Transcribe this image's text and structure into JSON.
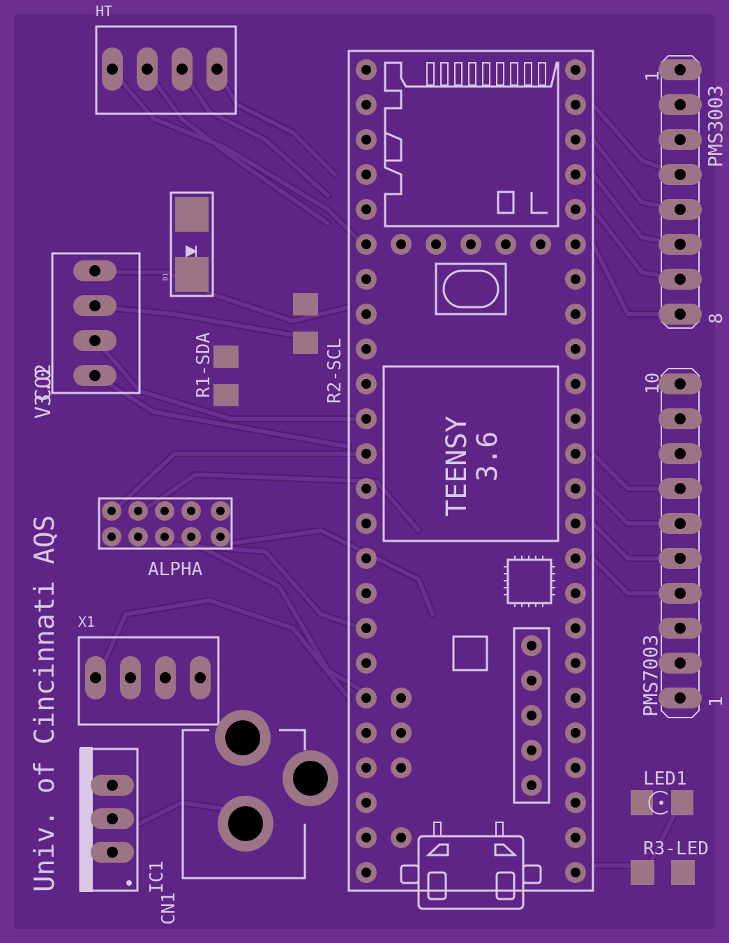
{
  "colors": {
    "board": "#6d2f8f",
    "board_inner": "#5f2586",
    "trace": "#6a2f93",
    "trace_edge": "#52196f",
    "silkscreen": "#d8c8e6",
    "copper": "#9d7386",
    "drill": "#000000"
  },
  "labels": {
    "ht": "HT",
    "pms3003": "PMS3003",
    "pms3003_pin1": "1",
    "pms3003_pin8": "8",
    "pms7003": "PMS7003",
    "pms7003_pin10": "10",
    "pms7003_pin1": "1",
    "r1": "R1-SDA",
    "r2": "R2-SCL",
    "d1": "D1",
    "co2": "CO2",
    "version": "V3.0",
    "teensy": "TEENSY",
    "teensy_ver": "3.6",
    "alpha": "ALPHA",
    "x1": "X1",
    "ic1": "IC1",
    "cn1": "CN1",
    "led1": "LED1",
    "r3": "R3-LED",
    "univ": "Univ. of Cincinnati AQS"
  }
}
